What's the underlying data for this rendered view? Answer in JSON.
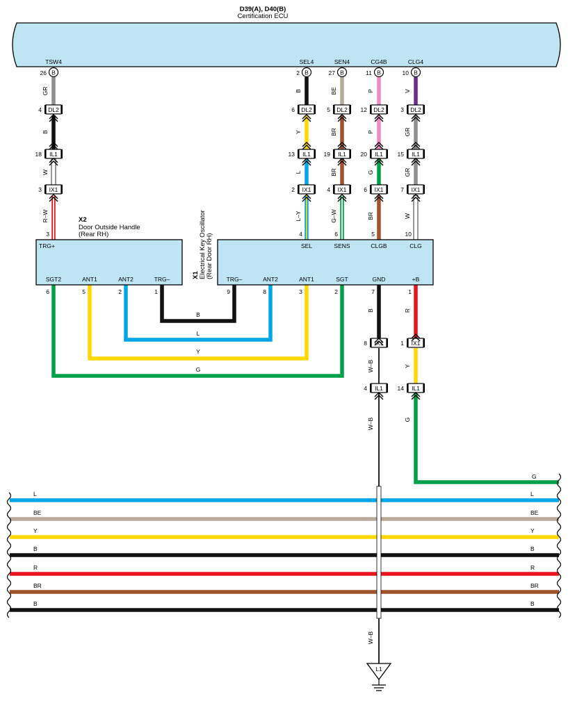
{
  "colors": {
    "module_fill": "#bfe5f5",
    "wire_B": "#111111",
    "wire_BE": "#b8aa98",
    "wire_P": "#f08ac0",
    "wire_V": "#6a2b8c",
    "wire_GR": "#8f8f8f",
    "wire_Y": "#ffd800",
    "wire_L": "#00a7e6",
    "wire_G": "#00a048",
    "wire_BR": "#a0522d",
    "wire_R": "#e8141e",
    "wire_W": "#ffffff"
  },
  "ecu": {
    "name": "D39(A), D40(B)",
    "subtitle": "Certification ECU",
    "pins": [
      {
        "label": "TSW4",
        "num": "26",
        "letter": "B"
      },
      {
        "label": "SEL4",
        "num": "2",
        "letter": "B"
      },
      {
        "label": "SEN4",
        "num": "27",
        "letter": "B"
      },
      {
        "label": "CG4B",
        "num": "11",
        "letter": "B"
      },
      {
        "label": "CLG4",
        "num": "10",
        "letter": "B"
      }
    ]
  },
  "columns": [
    {
      "id": "tsw",
      "colors": [
        "GR",
        "B",
        "W",
        "R–W"
      ],
      "dl2": "4",
      "il1": "18",
      "ix1": "3",
      "pin": "3"
    },
    {
      "id": "sel",
      "colors": [
        "B",
        "Y",
        "L",
        "L–Y"
      ],
      "dl2": "6",
      "il1": "13",
      "ix1": "2",
      "pin": "4"
    },
    {
      "id": "sen",
      "colors": [
        "BE",
        "BR",
        "BR",
        "G–W"
      ],
      "dl2": "5",
      "il1": "19",
      "ix1": "4",
      "pin": "6"
    },
    {
      "id": "cg",
      "colors": [
        "P",
        "P",
        "G",
        "BR"
      ],
      "dl2": "12",
      "il1": "20",
      "ix1": "6",
      "pin": "5"
    },
    {
      "id": "clg",
      "colors": [
        "V",
        "GR",
        "GR",
        "W"
      ],
      "dl2": "3",
      "il1": "15",
      "ix1": "7",
      "pin": "10"
    }
  ],
  "connectors": {
    "dl2": "DL2",
    "il1": "IL1",
    "ix1": "IX1",
    "l1": "L1"
  },
  "x2": {
    "code": "X2",
    "name": "Door Outside Handle",
    "location": "(Rear RH)",
    "trg_plus": "TRG+",
    "bottom_pins": [
      {
        "label": "SGT2",
        "num": "6"
      },
      {
        "label": "ANT1",
        "num": "5"
      },
      {
        "label": "ANT2",
        "num": "2"
      },
      {
        "label": "TRG–",
        "num": "1"
      }
    ]
  },
  "x1": {
    "code": "X1",
    "name": "Electrical Key Oscillator",
    "location": "(Rear Door RH)",
    "top_pins": [
      {
        "label": "SEL"
      },
      {
        "label": "SENS"
      },
      {
        "label": "CLGB"
      },
      {
        "label": "CLG"
      }
    ],
    "bottom_pins": [
      {
        "label": "TRG–",
        "num": "9"
      },
      {
        "label": "ANT2",
        "num": "8"
      },
      {
        "label": "ANT1",
        "num": "3"
      },
      {
        "label": "SGT",
        "num": "2"
      },
      {
        "label": "GND",
        "num": "7"
      },
      {
        "label": "+B",
        "num": "1"
      }
    ]
  },
  "loops": [
    {
      "color": "B"
    },
    {
      "color": "L"
    },
    {
      "color": "Y"
    },
    {
      "color": "G"
    }
  ],
  "gnd": {
    "wire1": "B",
    "ix1": "8",
    "wire2": "W–B",
    "il1": "4",
    "wire3": "W–B",
    "wire4": "W–B"
  },
  "plusb": {
    "wire1": "R",
    "ix1": "1",
    "wire2": "Y",
    "il1": "14",
    "wire3": "G",
    "out_label": "G"
  },
  "bus": [
    {
      "color": "L"
    },
    {
      "color": "BE"
    },
    {
      "color": "Y"
    },
    {
      "color": "B"
    },
    {
      "color": "R"
    },
    {
      "color": "BR"
    },
    {
      "color": "B"
    }
  ]
}
